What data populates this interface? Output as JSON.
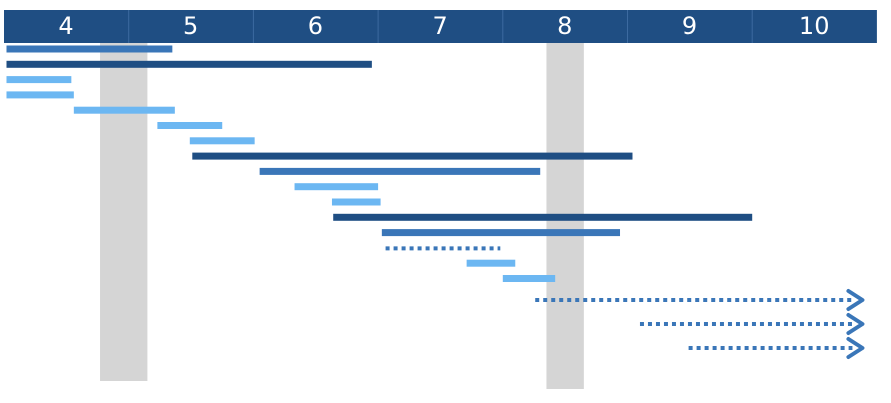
{
  "colors": {
    "header": "#1f4e83",
    "dark": "#1f4e83",
    "medium": "#3a76b8",
    "light": "#6cb7f2",
    "dotted": "#3a76b8",
    "band": "#d5d5d5",
    "divider": "#3c6aa0"
  },
  "timeline": {
    "months": [
      "4",
      "5",
      "6",
      "7",
      "8",
      "9",
      "10"
    ],
    "start": 4
  },
  "bands": [
    {
      "name": "band-early",
      "start": 4.77,
      "end": 5.15
    },
    {
      "name": "band-late",
      "start": 8.35,
      "end": 8.65
    }
  ],
  "bars": [
    {
      "start": 4.02,
      "end": 5.35,
      "style": "medium"
    },
    {
      "start": 4.02,
      "end": 6.95,
      "style": "dark"
    },
    {
      "start": 4.02,
      "end": 4.54,
      "style": "light"
    },
    {
      "start": 4.02,
      "end": 4.56,
      "style": "light"
    },
    {
      "start": 4.56,
      "end": 5.37,
      "style": "light"
    },
    {
      "start": 5.23,
      "end": 5.75,
      "style": "light"
    },
    {
      "start": 5.49,
      "end": 6.01,
      "style": "light"
    },
    {
      "start": 5.51,
      "end": 9.04,
      "style": "dark"
    },
    {
      "start": 6.05,
      "end": 8.3,
      "style": "medium"
    },
    {
      "start": 6.33,
      "end": 7.0,
      "style": "light"
    },
    {
      "start": 6.63,
      "end": 7.02,
      "style": "light"
    },
    {
      "start": 6.64,
      "end": 10.0,
      "style": "dark"
    },
    {
      "start": 7.03,
      "end": 8.94,
      "style": "medium"
    },
    {
      "start": 7.06,
      "end": 7.98,
      "style": "dotted"
    },
    {
      "start": 7.71,
      "end": 8.1,
      "style": "light"
    },
    {
      "start": 8.0,
      "end": 8.42,
      "style": "light"
    },
    {
      "start": 8.26,
      "end": 10.9,
      "style": "dotted-arrow"
    },
    {
      "start": 9.1,
      "end": 10.9,
      "style": "dotted-arrow"
    },
    {
      "start": 9.49,
      "end": 10.9,
      "style": "dotted-arrow"
    }
  ]
}
